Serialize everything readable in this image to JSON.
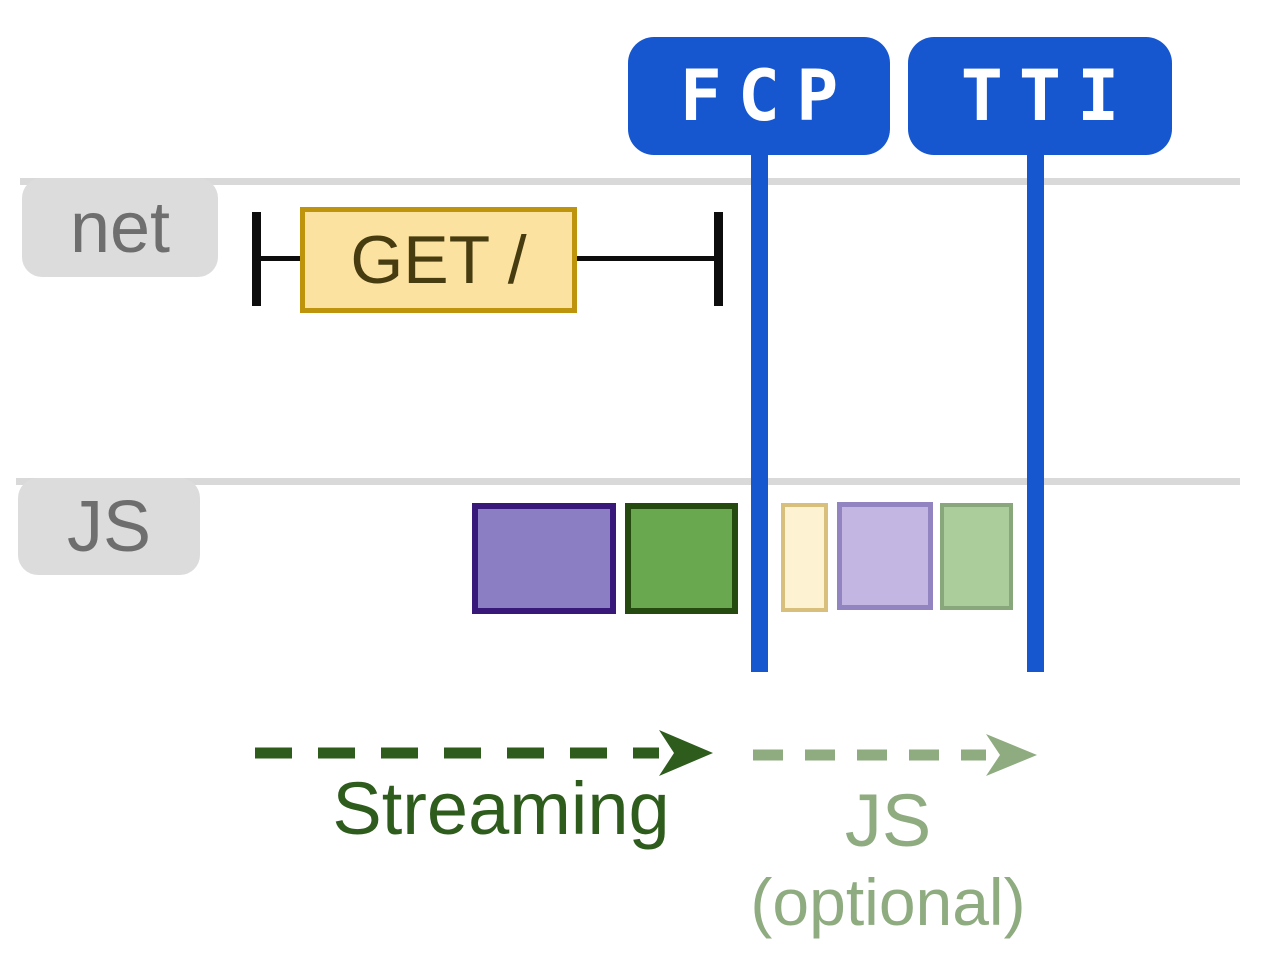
{
  "markers": {
    "fcp": {
      "label": "FCP"
    },
    "tti": {
      "label": "TTI"
    }
  },
  "lanes": {
    "net": {
      "label": "net"
    },
    "js": {
      "label": "JS"
    }
  },
  "network": {
    "request_label": "GET /"
  },
  "phases": {
    "streaming": {
      "label": "Streaming"
    },
    "js": {
      "label": "JS",
      "sublabel": "(optional)"
    }
  },
  "js_tasks": [
    {
      "name": "task-purple",
      "fill": "#8b7ec3",
      "border": "#38197a"
    },
    {
      "name": "task-green",
      "fill": "#69a84e",
      "border": "#254a10"
    },
    {
      "name": "task-yellow-faded",
      "fill": "#fdf3d2",
      "border": "#d8c07c"
    },
    {
      "name": "task-purple-faded",
      "fill": "#c3b6e3",
      "border": "#9184c1"
    },
    {
      "name": "task-green-faded",
      "fill": "#abcc9b",
      "border": "#88a87b"
    }
  ],
  "colors": {
    "accent_blue": "#1657d0",
    "lane_line": "#d9d9d9",
    "lane_tab_bg": "#dcdcdc",
    "lane_label": "#6e6e6e",
    "request_fill": "#fce2a0",
    "request_border": "#bf940d",
    "request_text": "#473c10",
    "timeline_black": "#0d0d0d",
    "streaming_green": "#2e5c1d",
    "optional_green": "#8fab80",
    "badge_text": "#ffffff"
  }
}
